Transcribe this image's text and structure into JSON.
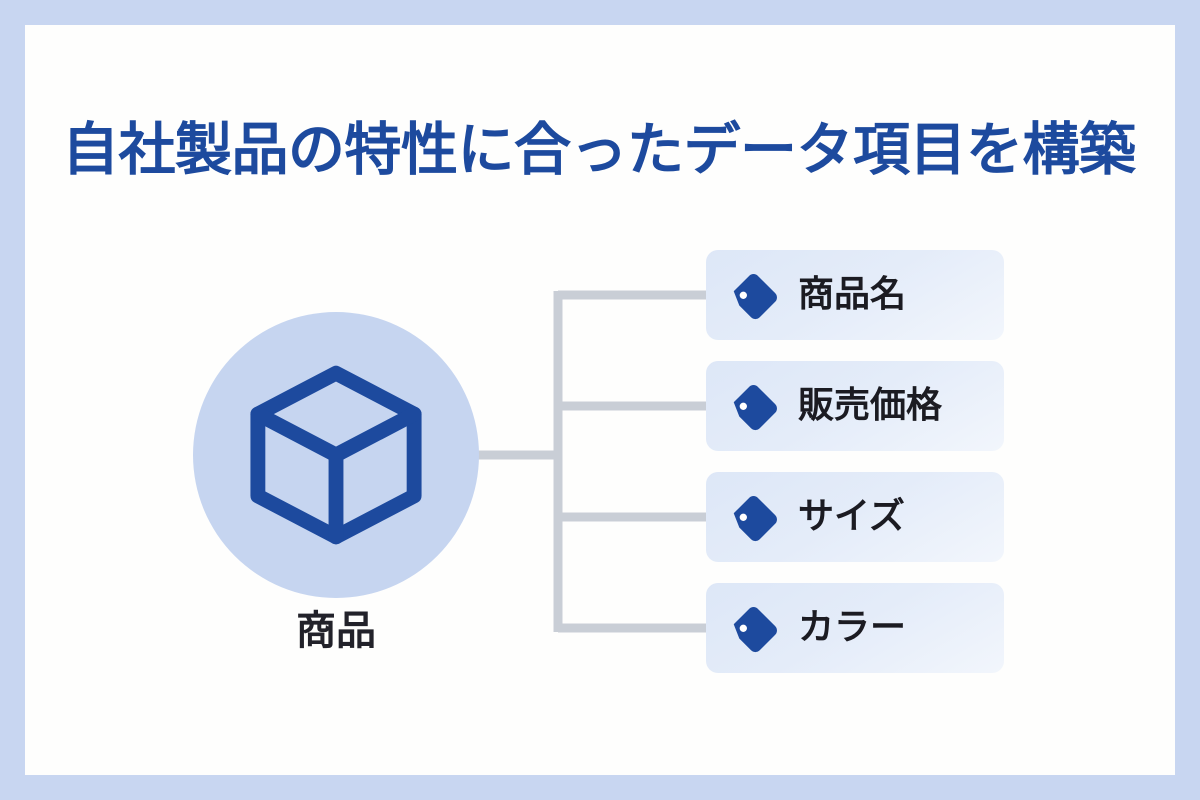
{
  "page": {
    "title": "自社製品の特性に合ったデータ項目を構築",
    "frame_color": "#c8d6f1",
    "canvas_color": "#fefefd",
    "title_color": "#1d4a9e"
  },
  "node": {
    "caption": "商品",
    "icon": "cube-icon",
    "circle_color": "#c6d5f0",
    "icon_color": "#1d4a9e",
    "caption_color": "#22222a"
  },
  "connector": {
    "name": "tree-connector",
    "color": "#c9ced6"
  },
  "items": [
    {
      "label": "商品名",
      "icon": "tag-icon"
    },
    {
      "label": "販売価格",
      "icon": "tag-icon"
    },
    {
      "label": "サイズ",
      "icon": "tag-icon"
    },
    {
      "label": "カラー",
      "icon": "tag-icon"
    }
  ],
  "theme": {
    "item_box_fill_start": "#dde7f7",
    "item_box_fill_end": "#f2f6fc",
    "tag_color": "#1d4a9e",
    "item_label_color": "#1b1b22"
  }
}
